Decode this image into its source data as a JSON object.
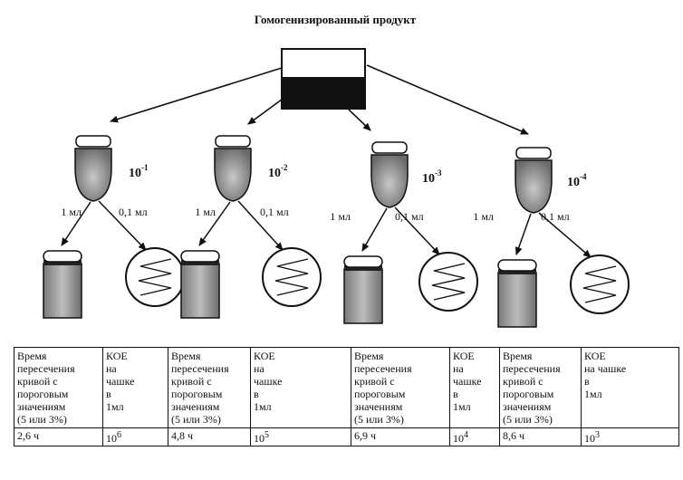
{
  "title": "Гомогенизированный продукт",
  "dilution_base": "10",
  "dilutions": [
    {
      "exponent": "-1",
      "left_volume": "1 мл",
      "right_volume": "0,1 мл"
    },
    {
      "exponent": "-2",
      "left_volume": "1 мл",
      "right_volume": "0,1 мл"
    },
    {
      "exponent": "-3",
      "left_volume": "1 мл",
      "right_volume": "0,1 мл"
    },
    {
      "exponent": "-4",
      "left_volume": "1 мл",
      "right_volume": "0,1 мл"
    }
  ],
  "table": {
    "headers": [
      "Время\nпересечения\nкривой с\nпороговым\nзначениям\n(5 или 3%)",
      "КОЕ\nна\nчашке\nв\n1мл",
      "Время\nпересечения\nкривой с\nпороговым\nзначениям\n(5 или 3%)",
      "КОЕ\nна\nчашке\nв\n1мл",
      "Время\nпересечения\nкривой с\nпороговым\nзначениям\n(5 или 3%)",
      "КОЕ\nна\nчашке\nв\n1мл",
      "Время\nпересечения\nкривой с\nпороговым\nзначениям\n(5 или 3%)",
      "КОЕ\nна чашке\nв\n1мл"
    ],
    "values": [
      {
        "text": "2,6 ч"
      },
      {
        "base": "10",
        "exp": "6"
      },
      {
        "text": "4,8 ч"
      },
      {
        "base": "10",
        "exp": "5"
      },
      {
        "text": "6,9 ч"
      },
      {
        "base": "10",
        "exp": "4"
      },
      {
        "text": "8,6 ч"
      },
      {
        "base": "10",
        "exp": "3"
      }
    ]
  }
}
